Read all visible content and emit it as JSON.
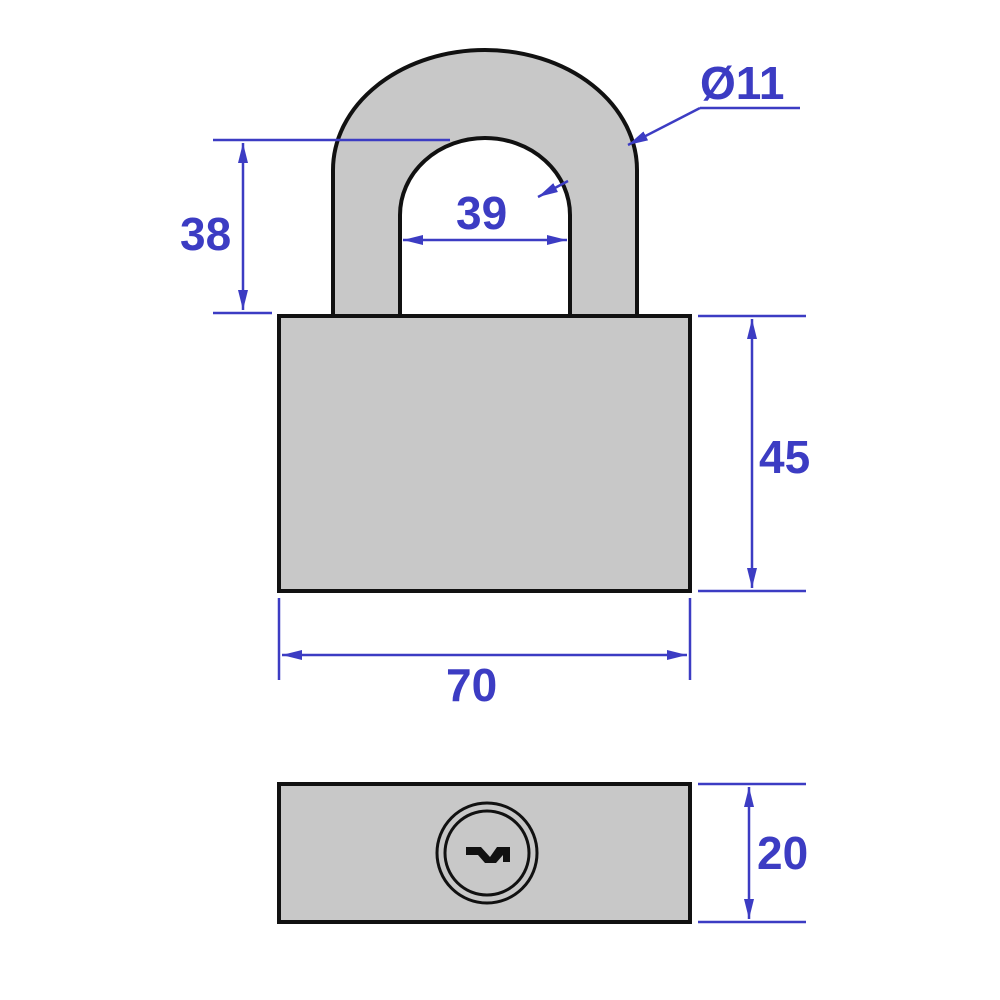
{
  "colors": {
    "dimension": "#3c3cc3",
    "body_fill": "#c8c8c8",
    "outline": "#111111"
  },
  "dimensions": {
    "shackle_diameter": "Ø11",
    "shackle_inner_width": "39",
    "shackle_height": "38",
    "body_height": "45",
    "body_width": "70",
    "body_depth": "20"
  },
  "icons": {
    "keyhole": "key-cylinder-icon"
  }
}
